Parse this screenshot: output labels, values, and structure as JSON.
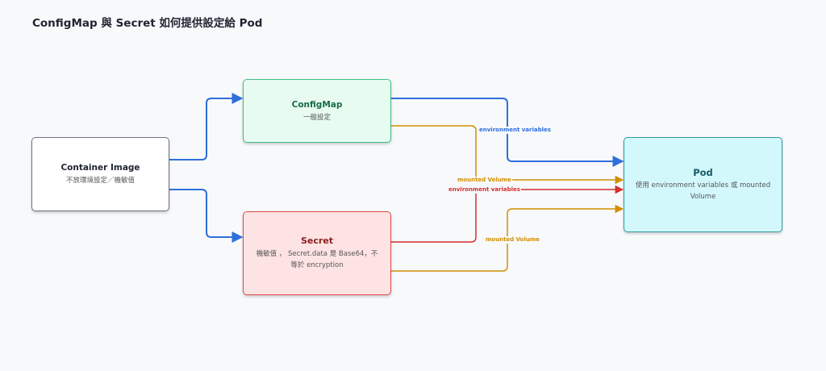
{
  "title": "ConfigMap 與 Secret 如何提供設定給 Pod",
  "colors": {
    "blue": "#2f6fdb",
    "orange": "#d18f00",
    "red": "#d32f2f"
  },
  "nodes": {
    "container": {
      "name": "Container Image",
      "desc": "不放環境設定／機敏值"
    },
    "configmap": {
      "name": "ConfigMap",
      "desc": "一般設定"
    },
    "secret": {
      "name": "Secret",
      "desc": "機敏值 ， Secret.data 是 Base64，不等於 encryption"
    },
    "pod": {
      "name": "Pod",
      "desc": "使用 environment variables 或 mounted Volume"
    }
  },
  "edges": {
    "configmap_env": "environment variables",
    "configmap_volume": "mounted Volume",
    "secret_env": "environment variables",
    "secret_volume": "mounted Volume"
  }
}
